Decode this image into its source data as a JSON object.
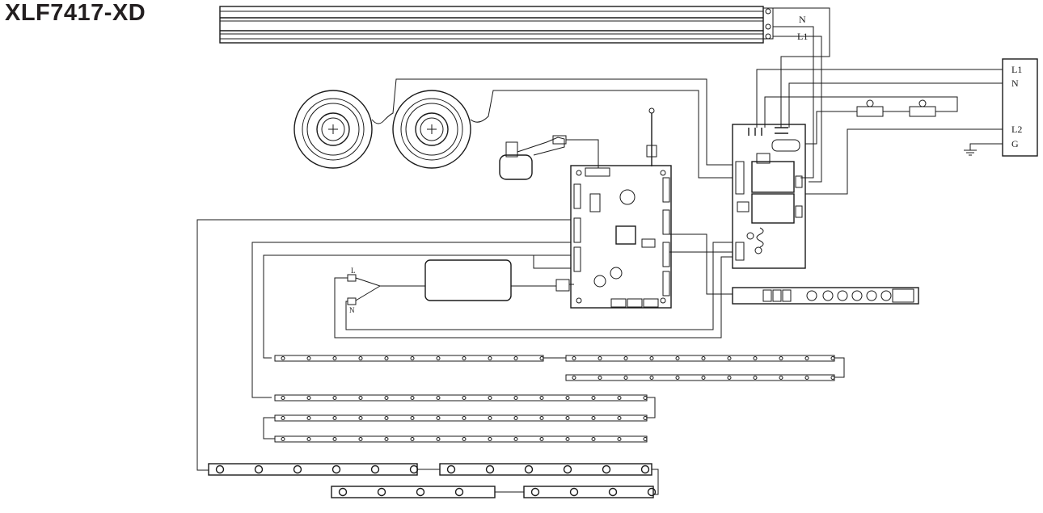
{
  "title": "XLF7417-XD",
  "labels": {
    "heater_n": "N",
    "heater_l1": "L1",
    "term_l1": "L1",
    "term_n": "N",
    "term_l2": "L2",
    "term_g": "G",
    "adapter_l": "L",
    "adapter_n": "N"
  },
  "components": [
    "heating-element",
    "blower-fan-left",
    "blower-fan-right",
    "motor",
    "control-board",
    "power-relay-board",
    "power-adapter",
    "thermostat",
    "keypad-display",
    "terminal-block",
    "led-strips"
  ]
}
